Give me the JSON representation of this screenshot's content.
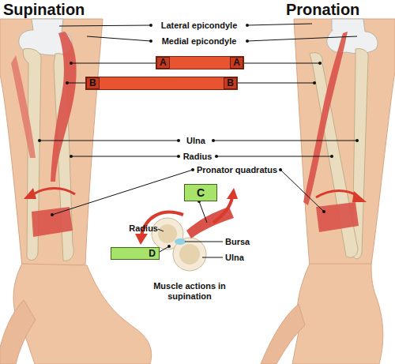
{
  "diagram": {
    "nodes": [
      {
        "text": [
          "A",
          "A"
        ]
      },
      {
        "text": [
          "B",
          "B"
        ]
      },
      {
        "text": [
          "C"
        ]
      },
      {
        "text": [
          "D"
        ]
      }
    ],
    "labels": [
      "Supination",
      "Pronation",
      "Lateral epicondyle",
      "Medial epicondyle",
      "Ulna",
      "Radius",
      "Pronator quadratus",
      "Radius",
      "Bursa",
      "Ulna",
      "Muscle actions in supination"
    ]
  }
}
